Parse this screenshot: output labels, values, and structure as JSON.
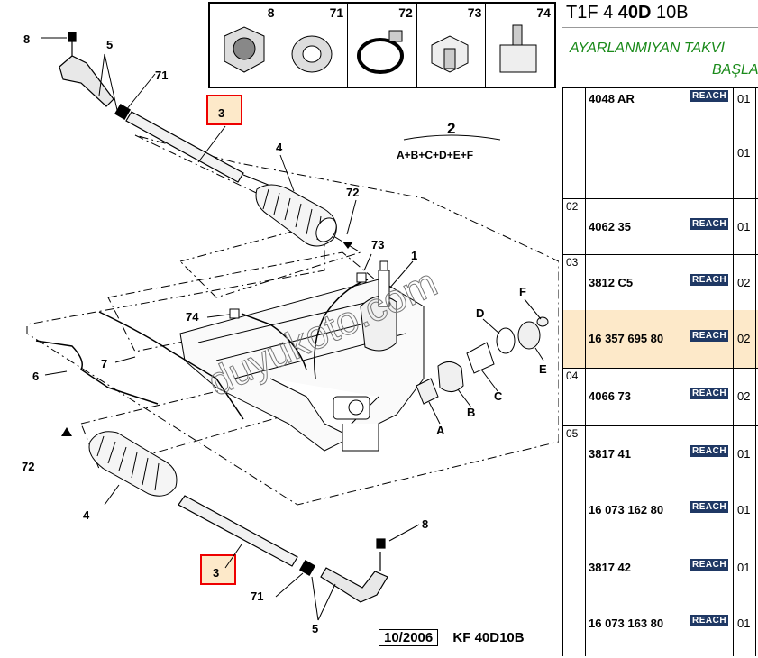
{
  "diagram": {
    "callouts": [
      "8",
      "5",
      "71",
      "3",
      "2",
      "A+B+C+D+E+F",
      "4",
      "72",
      "73",
      "1",
      "74",
      "D",
      "F",
      "7",
      "6",
      "E",
      "C",
      "B",
      "A",
      "72",
      "4",
      "3",
      "71",
      "5",
      "8"
    ],
    "watermark": "duyukoto.com",
    "footer_date": "10/2006",
    "footer_code": "KF 40D10B"
  },
  "thumbnails": [
    {
      "num": "8",
      "icon": "nut-icon"
    },
    {
      "num": "71",
      "icon": "ring-nut-icon"
    },
    {
      "num": "72",
      "icon": "clamp-icon"
    },
    {
      "num": "73",
      "icon": "clip-icon"
    },
    {
      "num": "74",
      "icon": "fitting-icon"
    }
  ],
  "panel": {
    "title_a": "T1F 4 ",
    "title_b": "40D",
    "title_c": " 10B",
    "header_line1": "AYARLANMIYAN TAKVİ",
    "header_line2": "BAŞLA"
  },
  "parts": [
    {
      "group": "",
      "number": "4048 AR",
      "badge": "REACH",
      "qty": "01"
    },
    {
      "group": "",
      "number": "",
      "badge": "",
      "qty": "01"
    },
    {
      "group": "02",
      "number": "4062 35",
      "badge": "REACH",
      "qty": "01"
    },
    {
      "group": "03",
      "number": "3812 C5",
      "badge": "REACH",
      "qty": "02"
    },
    {
      "group": "",
      "number": "16 357 695 80",
      "badge": "REACH",
      "qty": "02"
    },
    {
      "group": "04",
      "number": "4066 73",
      "badge": "REACH",
      "qty": "02"
    },
    {
      "group": "05",
      "number": "3817 41",
      "badge": "REACH",
      "qty": "01"
    },
    {
      "group": "",
      "number": "16 073 162 80",
      "badge": "REACH",
      "qty": "01"
    },
    {
      "group": "",
      "number": "3817 42",
      "badge": "REACH",
      "qty": "01"
    },
    {
      "group": "",
      "number": "16 073 163 80",
      "badge": "REACH",
      "qty": "01"
    }
  ]
}
